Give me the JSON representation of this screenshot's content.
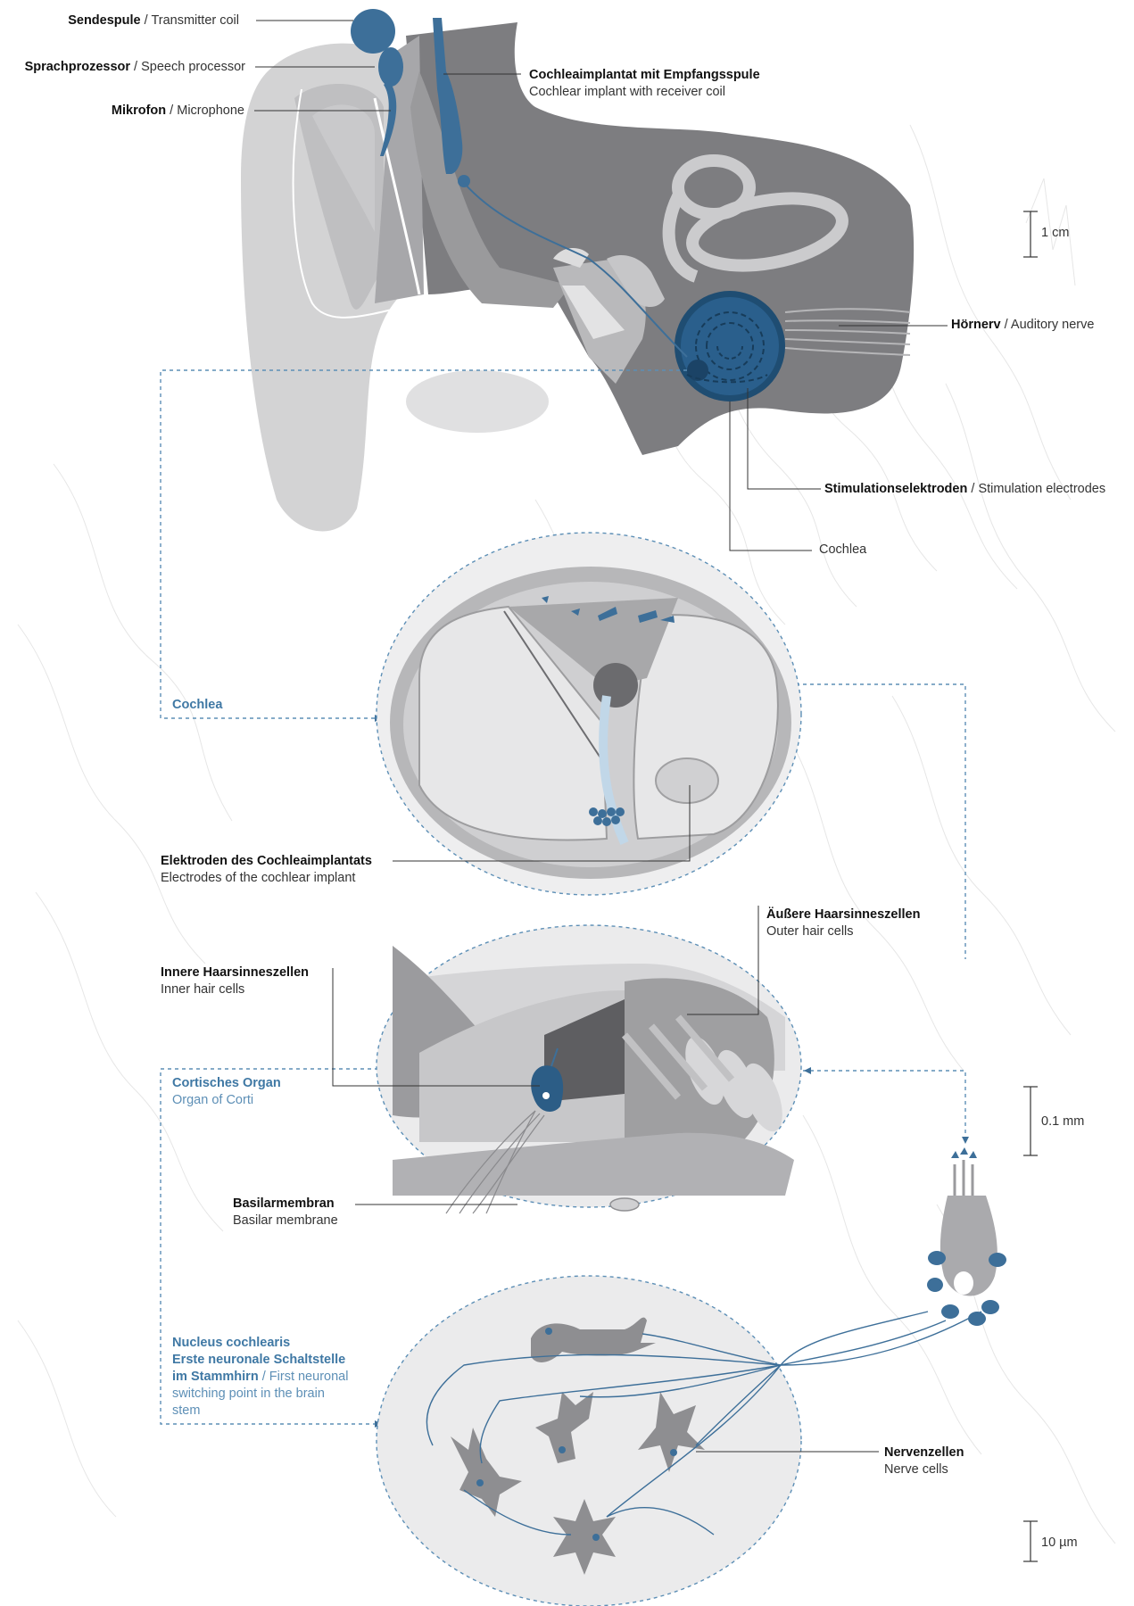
{
  "labels": {
    "transmitter": {
      "de": "Sendespule",
      "en": "Transmitter coil"
    },
    "processor": {
      "de": "Sprachprozessor",
      "en": "Speech processor"
    },
    "microphone": {
      "de": "Mikrofon",
      "en": "Microphone"
    },
    "implant": {
      "de": "Cochleaimplantat mit Empfangsspule",
      "en": "Cochlear implant with receiver coil"
    },
    "auditory_nerve": {
      "de": "Hörnerv",
      "en": "Auditory nerve"
    },
    "stim_electrodes": {
      "de": "Stimulationselektroden",
      "en": "Stimulation electrodes"
    },
    "cochlea": "Cochlea",
    "cochlea_section": "Cochlea",
    "electrodes": {
      "de": "Elektroden des Cochleaimplantats",
      "en": "Electrodes of the cochlear implant"
    },
    "outer_hair": {
      "de": "Äußere Haarsinneszellen",
      "en": "Outer hair cells"
    },
    "inner_hair": {
      "de": "Innere Haarsinneszellen",
      "en": "Inner hair cells"
    },
    "corti": {
      "de": "Cortisches Organ",
      "en": "Organ of Corti"
    },
    "basilar": {
      "de": "Basilarmembran",
      "en": "Basilar membrane"
    },
    "nucleus": {
      "de1": "Nucleus cochlearis",
      "de2": "Erste neuronale Schaltstelle",
      "de3": "im Stammhirn",
      "en1": "First neuronal",
      "en2": "switching point in the brain",
      "en3": "stem"
    },
    "nerve_cells": {
      "de": "Nervenzellen",
      "en": "Nerve cells"
    }
  },
  "scales": {
    "s1": "1 cm",
    "s2": "0.1 mm",
    "s3": "10 µm"
  },
  "colors": {
    "accent_blue": "#3d6f99",
    "dark_gray": "#7a7a7c",
    "mid_gray": "#a6a6a8",
    "light_gray": "#d3d3d4",
    "pale_gray": "#ececec"
  }
}
